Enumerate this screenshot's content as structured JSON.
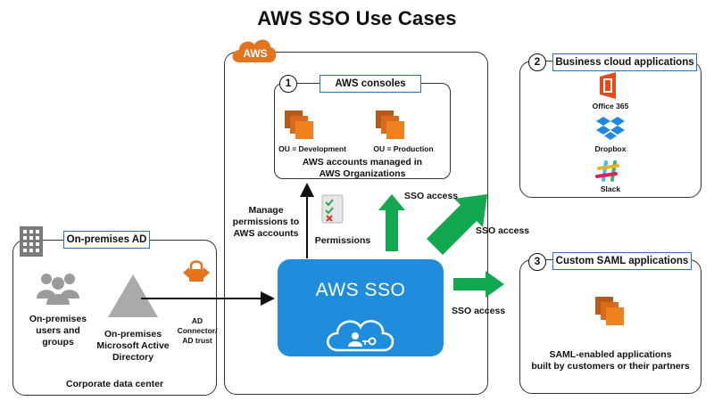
{
  "title": "AWS SSO Use Cases",
  "aws_badge": "AWS",
  "consoles": {
    "number": "1",
    "label": "AWS consoles",
    "ou_dev": "OU = Development",
    "ou_prod": "OU = Production",
    "caption_line1": "AWS accounts managed in",
    "caption_line2": "AWS Organizations"
  },
  "business_apps": {
    "number": "2",
    "label": "Business cloud applications",
    "apps": [
      "Office 365",
      "Dropbox",
      "Slack"
    ]
  },
  "custom_saml": {
    "number": "3",
    "label": "Custom SAML applications",
    "caption_line1": "SAML-enabled applications",
    "caption_line2": "built by customers or their partners"
  },
  "onprem": {
    "label": "On-premises AD",
    "users_line1": "On-premises",
    "users_line2": "users and",
    "users_line3": "groups",
    "ad_line1": "On-premises",
    "ad_line2": "Microsoft Active",
    "ad_line3": "Directory",
    "footer": "Corporate data center"
  },
  "connector_line1": "AD",
  "connector_line2": "Connector/",
  "connector_line3": "AD trust",
  "manage_line1": "Manage",
  "manage_line2": "permissions to",
  "manage_line3": "AWS accounts",
  "permissions_label": "Permissions",
  "sso_access_up": "SSO access",
  "sso_access_diag": "SSO access",
  "sso_access_right": "SSO access",
  "sso_label": "AWS SSO",
  "colors": {
    "aws_orange": "#e4731c",
    "sso_blue": "#1f8ddb",
    "arrow_green": "#12a84f",
    "label_border": "#2f6fb7"
  }
}
